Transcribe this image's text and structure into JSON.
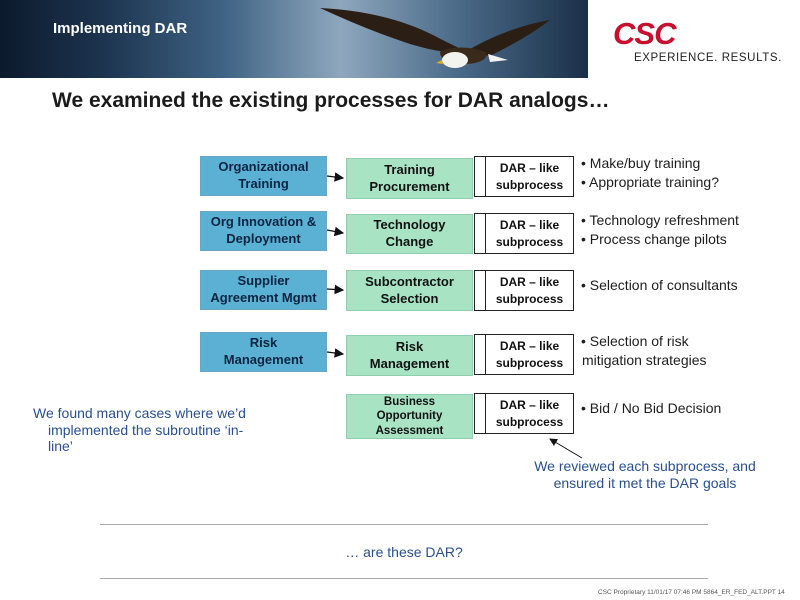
{
  "header": {
    "title": "Implementing DAR",
    "logo_text": "CSC",
    "tagline": "EXPERIENCE. RESULTS."
  },
  "headline": "We examined the existing processes for DAR analogs…",
  "rows": [
    {
      "left": "Organizational\nTraining",
      "middle": "Training\nProcurement",
      "dar": "DAR – like\nsubprocess",
      "notes": [
        "• Make/buy training",
        "• Appropriate training?"
      ]
    },
    {
      "left": "Org Innovation &\nDeployment",
      "middle": "Technology\nChange",
      "dar": "DAR – like\nsubprocess",
      "notes": [
        "• Technology refreshment",
        "• Process change pilots"
      ]
    },
    {
      "left": "Supplier\nAgreement Mgmt",
      "middle": "Subcontractor\nSelection",
      "dar": "DAR – like\nsubprocess",
      "notes": [
        "• Selection of consultants"
      ]
    },
    {
      "left": "Risk\nManagement",
      "middle": "Risk\nManagement",
      "dar": "DAR – like\nsubprocess",
      "notes": [
        "• Selection of risk",
        "mitigation strategies"
      ]
    },
    {
      "left": "",
      "middle": "Business\nOpportunity\nAssessment",
      "dar": "DAR – like\nsubprocess",
      "notes": [
        "• Bid / No Bid Decision"
      ]
    }
  ],
  "annotation_left": {
    "line1": "We found many cases where we’d",
    "line2": "implemented the subroutine ‘in-",
    "line3": "line’"
  },
  "annotation_right": {
    "line1": "We reviewed each subprocess, and",
    "line2": "ensured it met the DAR goals"
  },
  "question": "… are these DAR?",
  "footer": "CSC Proprietary 11/01/17 07:46 PM 5864_ER_FED_ALT.PPT 14",
  "colors": {
    "left_box": "#5ab1d4",
    "middle_box": "#a8e3c4",
    "annotation": "#2a4f8f",
    "logo_red": "#c8102e"
  }
}
